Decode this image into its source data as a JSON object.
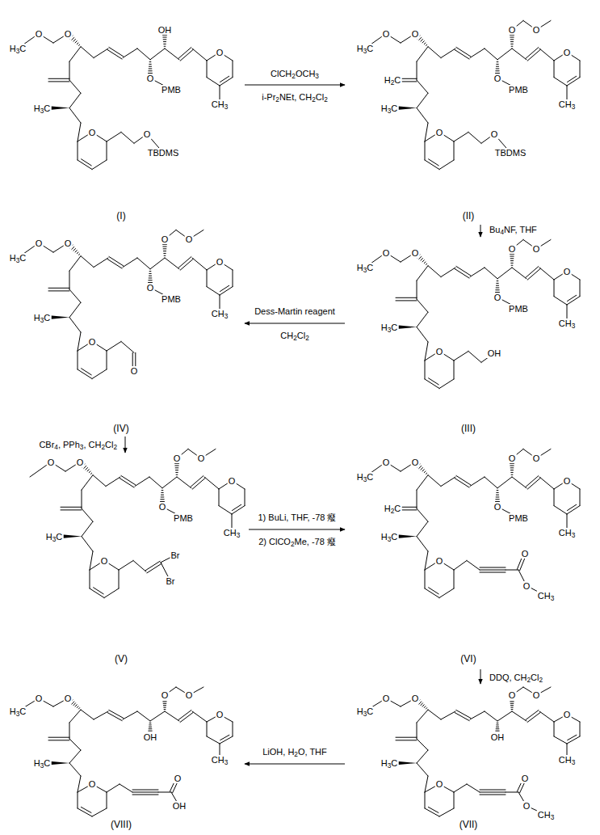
{
  "diagram": {
    "nodes": [
      {
        "text": [
          "H3C",
          "O",
          "O",
          "OH",
          "H3C",
          "O",
          "PMB",
          "O",
          "CH3",
          "O",
          "O",
          "TBDMS",
          "(I)"
        ]
      },
      {
        "text": [
          "H3C",
          "O",
          "O",
          "O",
          "O",
          "H2C",
          "H3C",
          "O",
          "PMB",
          "O",
          "CH3",
          "O",
          "O",
          "TBDMS",
          "(II)"
        ]
      },
      {
        "text": [
          "H3C",
          "O",
          "O",
          "O",
          "O",
          "H3C",
          "O",
          "PMB",
          "O",
          "CH3",
          "O",
          "OH",
          "(III)"
        ]
      },
      {
        "text": [
          "H3C",
          "O",
          "O",
          "O",
          "O",
          "H3C",
          "O",
          "PMB",
          "O",
          "CH3",
          "O",
          "O",
          "(IV)"
        ]
      },
      {
        "text": [
          "O",
          "O",
          "O",
          "O",
          "H3C",
          "O",
          "PMB",
          "O",
          "CH3",
          "O",
          "Br",
          "Br",
          "(V)"
        ]
      },
      {
        "text": [
          "H3C",
          "O",
          "O",
          "O",
          "O",
          "H2C",
          "H3C",
          "O",
          "PMB",
          "O",
          "CH3",
          "O",
          "O",
          "O",
          "CH3",
          "(VI)"
        ]
      },
      {
        "text": [
          "H3C",
          "O",
          "O",
          "O",
          "O",
          "H3C",
          "OH",
          "O",
          "CH3",
          "O",
          "O",
          "O",
          "CH3",
          "(VII)"
        ]
      },
      {
        "text": [
          "H3C",
          "O",
          "O",
          "O",
          "O",
          "H3C",
          "OH",
          "O",
          "CH3",
          "O",
          "O",
          "OH",
          "(VIII)"
        ]
      }
    ],
    "edges": [
      {
        "from": 0,
        "to": 1,
        "arrow": "to"
      },
      {
        "from": 1,
        "to": 2,
        "arrow": "to"
      },
      {
        "from": 2,
        "to": 3,
        "arrow": "to"
      },
      {
        "from": 3,
        "to": 4,
        "arrow": "to"
      },
      {
        "from": 4,
        "to": 5,
        "arrow": "to"
      },
      {
        "from": 5,
        "to": 6,
        "arrow": "to"
      },
      {
        "from": 6,
        "to": 7,
        "arrow": "to"
      }
    ],
    "labels": [
      "ClCH2OCH3",
      "i-Pr2NEt, CH2Cl2",
      "Bu4NF, THF",
      "Dess-Martin reagent",
      "CH2Cl2",
      "CBr4, PPh3, CH2Cl2",
      "1) BuLi, THF, -78 癈",
      "2) ClCO2Me, -78 癈",
      "DDQ, CH2Cl2",
      "LiOH, H2O, THF"
    ]
  }
}
